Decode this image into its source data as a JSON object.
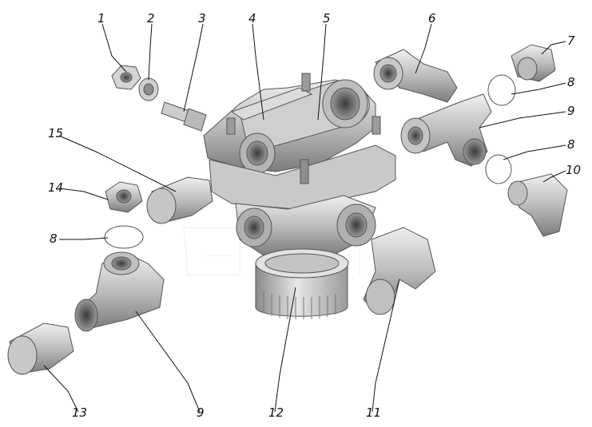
{
  "diagram": {
    "callouts": [
      {
        "id": "c1",
        "label": "1"
      },
      {
        "id": "c2",
        "label": "2"
      },
      {
        "id": "c3",
        "label": "3"
      },
      {
        "id": "c4",
        "label": "4"
      },
      {
        "id": "c5",
        "label": "5"
      },
      {
        "id": "c6",
        "label": "6"
      },
      {
        "id": "c7",
        "label": "7"
      },
      {
        "id": "c8a",
        "label": "8"
      },
      {
        "id": "c9a",
        "label": "9"
      },
      {
        "id": "c8b",
        "label": "8"
      },
      {
        "id": "c10",
        "label": "10"
      },
      {
        "id": "c15",
        "label": "15"
      },
      {
        "id": "c14",
        "label": "14"
      },
      {
        "id": "c8c",
        "label": "8"
      },
      {
        "id": "c13",
        "label": "13"
      },
      {
        "id": "c9b",
        "label": "9"
      },
      {
        "id": "c12",
        "label": "12"
      },
      {
        "id": "c11",
        "label": "11"
      }
    ]
  },
  "colors": {
    "metal_light": "#d8d8d8",
    "metal_mid": "#a9a9a9",
    "metal_dark": "#6e6e6e",
    "line": "#111111"
  }
}
